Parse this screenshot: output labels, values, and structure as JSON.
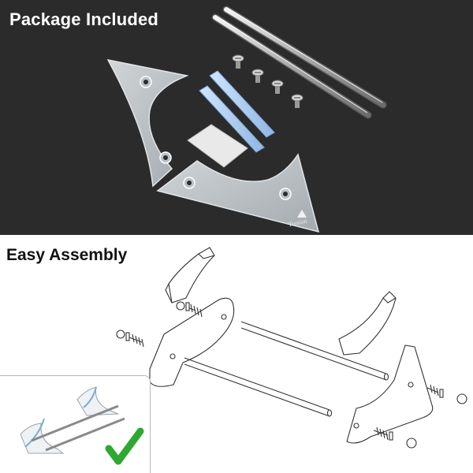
{
  "top_section": {
    "title": "Package Included",
    "brand_logo": {
      "text": "Tresion",
      "color": "#e8e8e8"
    },
    "background_color": "#2b2b2c"
  },
  "bottom_section": {
    "title": "Easy Assembly",
    "background_color": "#ffffff",
    "checkmark_color": "#2fa832",
    "inset_border_color": "#b9b9b9"
  }
}
